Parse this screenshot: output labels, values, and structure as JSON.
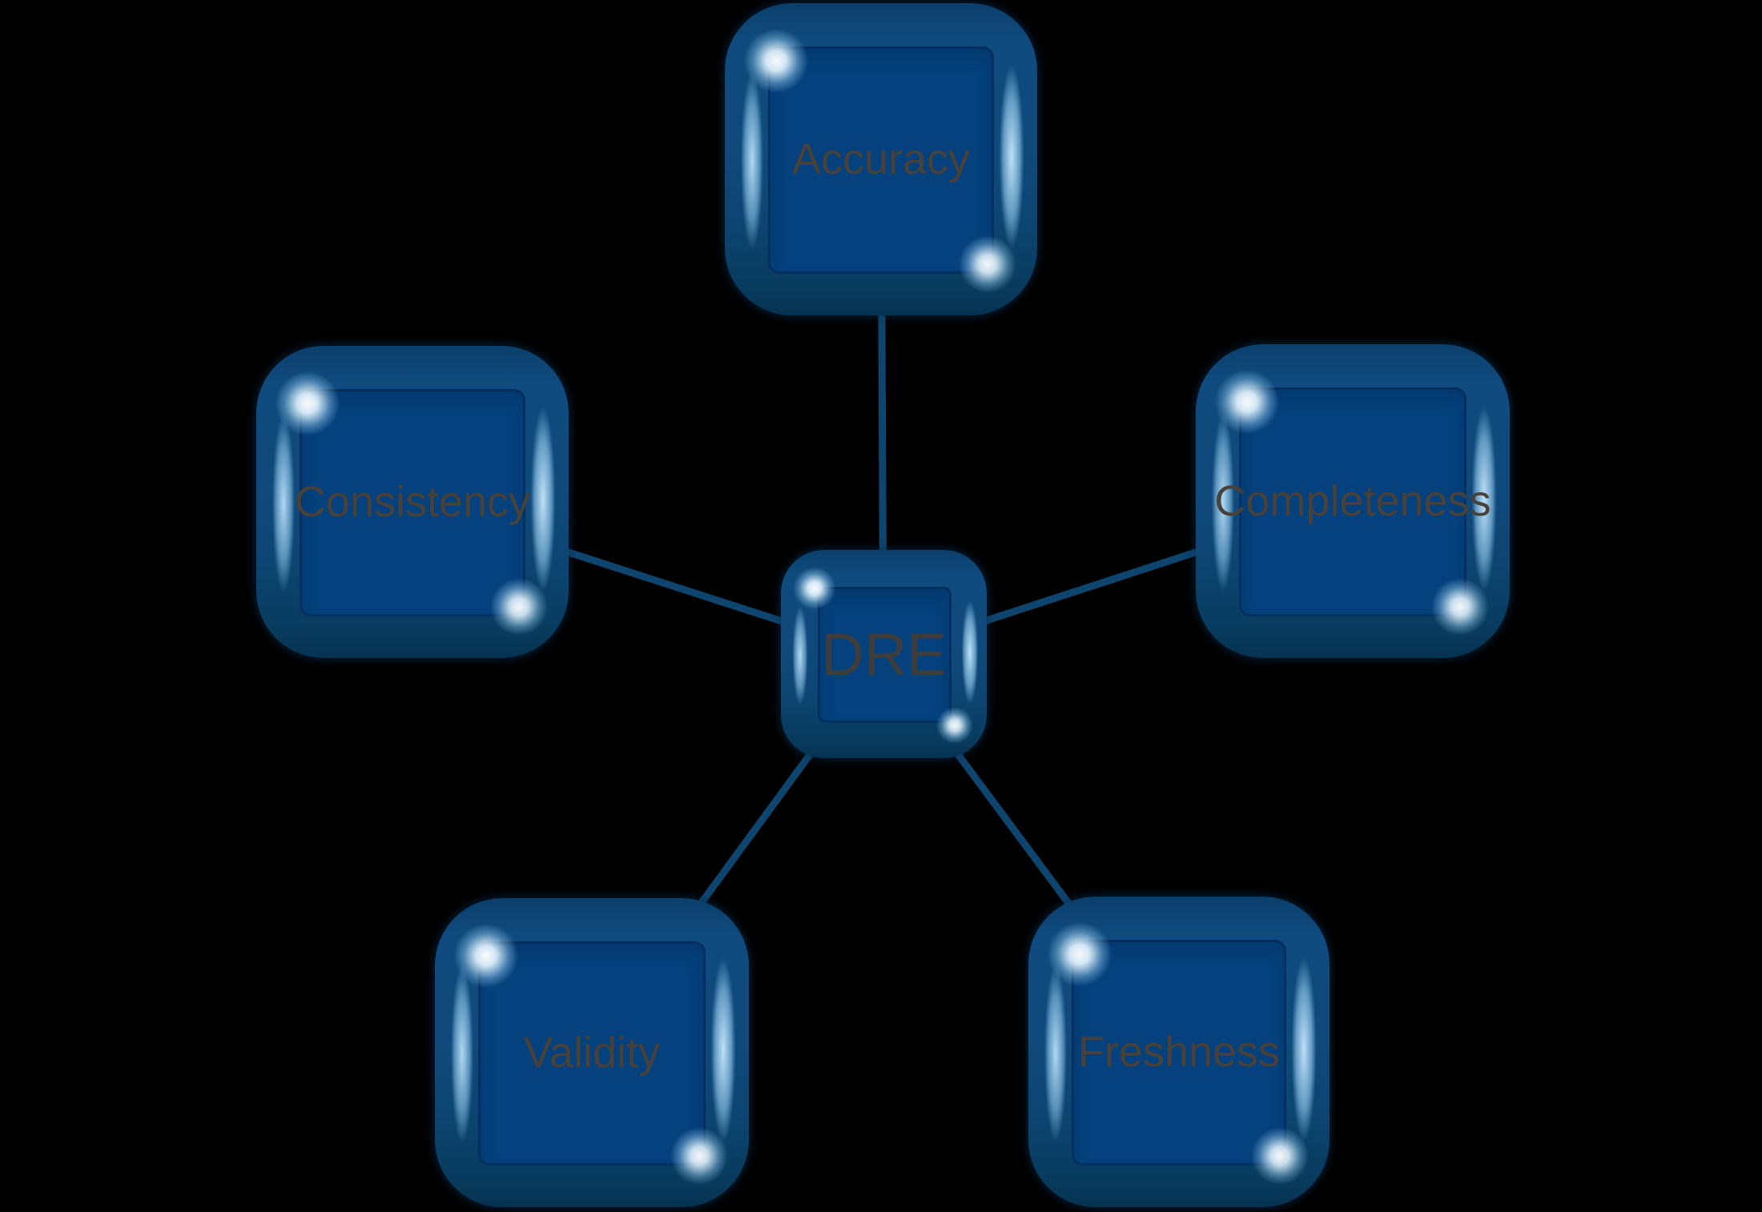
{
  "diagram": {
    "center": {
      "id": "dre",
      "label": "DRE"
    },
    "nodes": [
      {
        "id": "accuracy",
        "label": "Accuracy"
      },
      {
        "id": "completeness",
        "label": "Completeness"
      },
      {
        "id": "freshness",
        "label": "Freshness"
      },
      {
        "id": "validity",
        "label": "Validity"
      },
      {
        "id": "consistency",
        "label": "Consistency"
      }
    ],
    "edges": [
      {
        "from": "DRE",
        "to": "Accuracy"
      },
      {
        "from": "DRE",
        "to": "Completeness"
      },
      {
        "from": "DRE",
        "to": "Freshness"
      },
      {
        "from": "DRE",
        "to": "Validity"
      },
      {
        "from": "DRE",
        "to": "Consistency"
      }
    ],
    "colors": {
      "background": "#000000",
      "node_body": "#0f4a7c",
      "node_panel": "#05417d",
      "edge_line": "#0e456f",
      "label_text": "#48413a",
      "gloss_highlight": "#e4f5ff"
    }
  }
}
